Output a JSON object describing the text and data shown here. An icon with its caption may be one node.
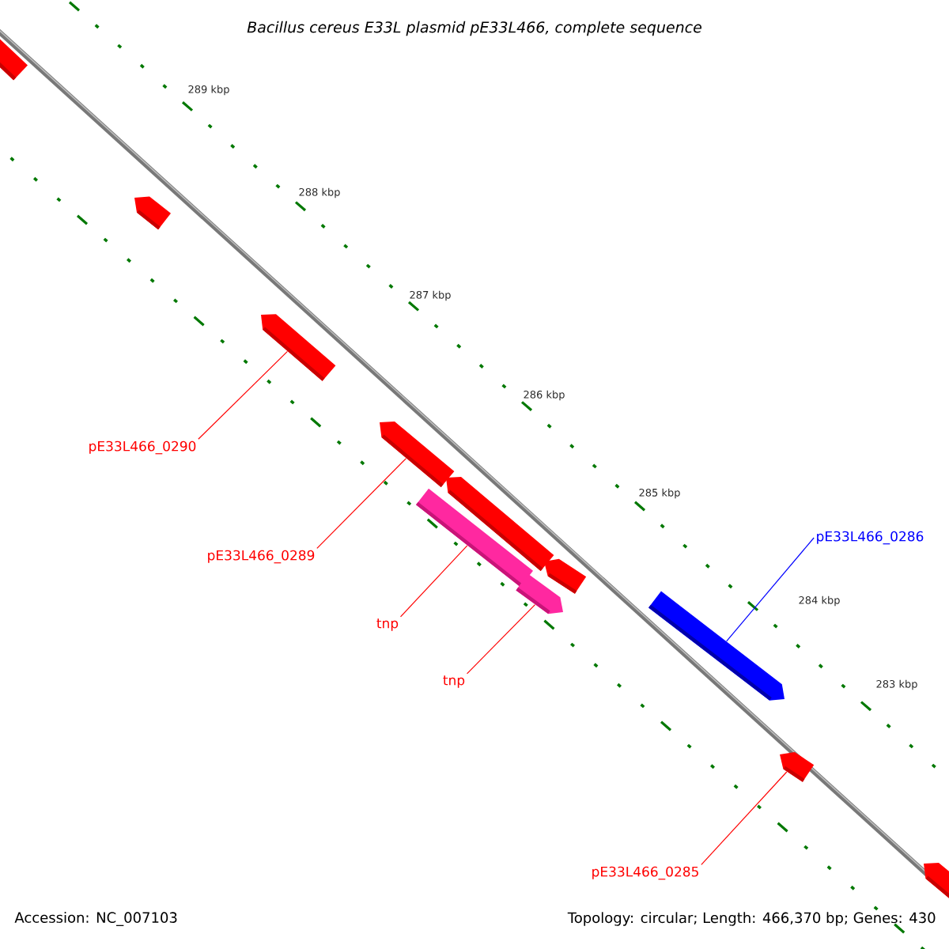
{
  "diagram": {
    "title": "Bacillus cereus E33L plasmid pE33L466, complete sequence",
    "nodes": [
      {
        "text": [],
        "shape": "bar"
      },
      {
        "text": [],
        "shape": "bar"
      },
      {
        "text": [],
        "shape": "bar"
      },
      {
        "text": [
          "pE33L466_0290"
        ]
      },
      {
        "text": [],
        "shape": "bar"
      },
      {
        "text": [
          "pE33L466_0289"
        ]
      },
      {
        "text": [],
        "shape": "bar"
      },
      {
        "text": [],
        "shape": "bar"
      },
      {
        "text": [],
        "shape": "bar"
      },
      {
        "text": [
          "tnp"
        ]
      },
      {
        "text": [],
        "shape": "bar"
      },
      {
        "text": [
          "tnp"
        ]
      },
      {
        "text": [],
        "shape": "bar"
      },
      {
        "text": [
          "pE33L466_0286"
        ]
      },
      {
        "text": [],
        "shape": "bar"
      },
      {
        "text": [
          "pE33L466_0285"
        ]
      },
      {
        "text": [],
        "shape": "bar"
      }
    ],
    "edges": [
      {
        "from": 3,
        "to": 2,
        "arrow": "none"
      },
      {
        "from": 5,
        "to": 4,
        "arrow": "none"
      },
      {
        "from": 9,
        "to": 8,
        "arrow": "none"
      },
      {
        "from": 11,
        "to": 10,
        "arrow": "none"
      },
      {
        "from": 13,
        "to": 12,
        "arrow": "none",
        "color": "#0000ff"
      },
      {
        "from": 15,
        "to": 14,
        "arrow": "none"
      }
    ],
    "labels": [
      "289 kbp",
      "288 kbp",
      "287 kbp",
      "286 kbp",
      "285 kbp",
      "284 kbp",
      "283 kbp",
      "Accession: NC_007103",
      "Topology: circular; Length: 466,370 bp; Genes: 430"
    ]
  }
}
